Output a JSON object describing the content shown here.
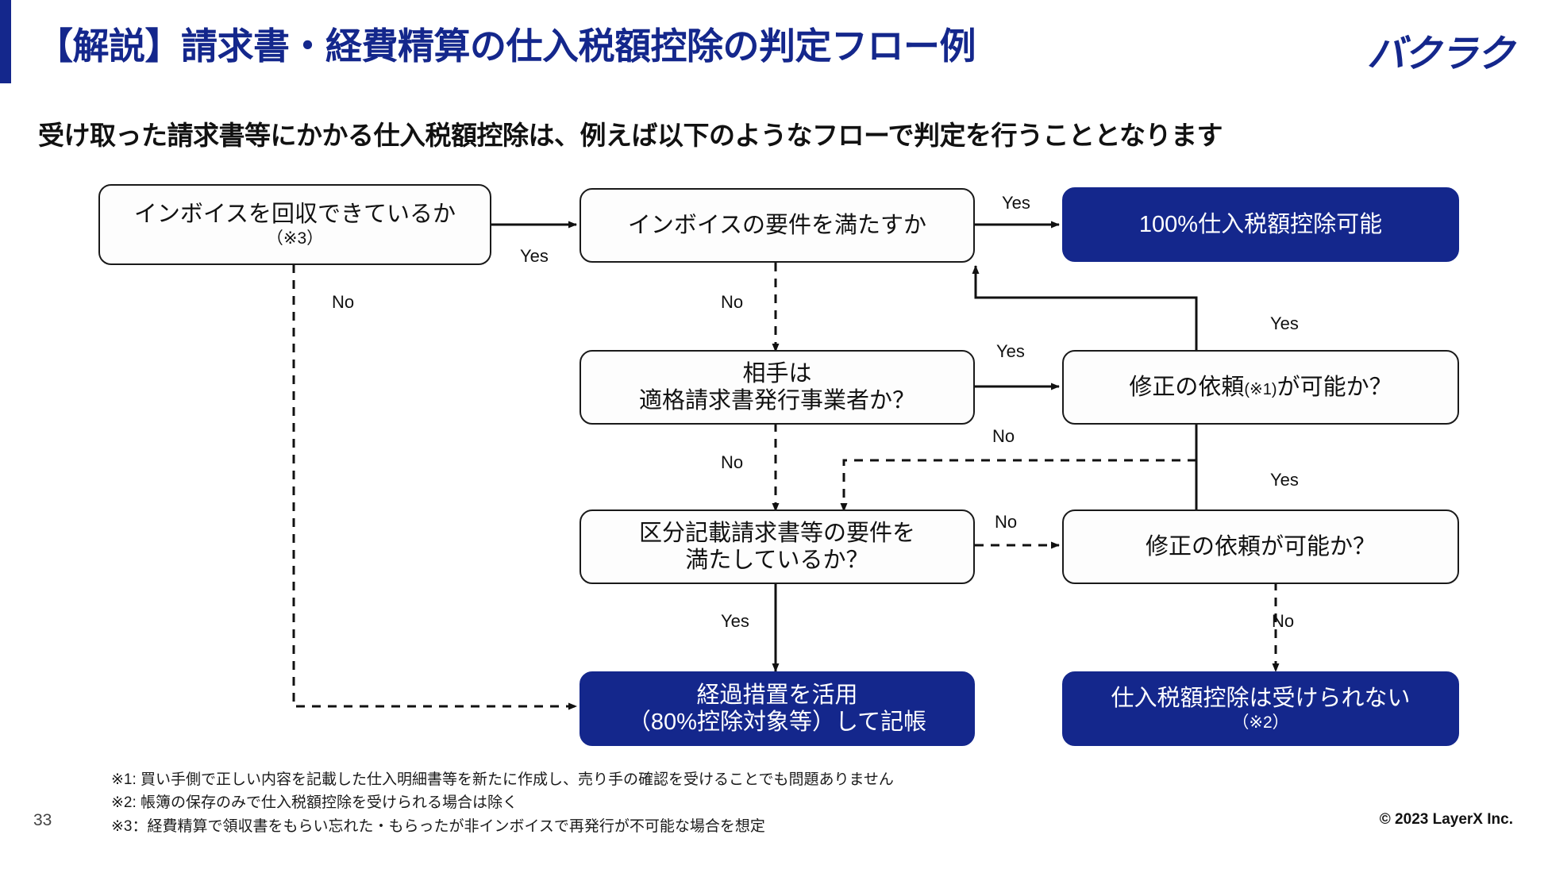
{
  "header": {
    "title": "【解説】請求書・経費精算の仕入税額控除の判定フロー例",
    "logo": "バクラク",
    "accent_color": "#14278c"
  },
  "subtitle": "受け取った請求書等にかかる仕入税額控除は、例えば以下のようなフローで判定を行うこととなります",
  "flow": {
    "nodes": [
      {
        "id": "n1",
        "type": "decision",
        "text": "インボイスを回収できているか",
        "note": "（※3）"
      },
      {
        "id": "n2",
        "type": "decision",
        "text": "インボイスの要件を満たすか",
        "note": ""
      },
      {
        "id": "n3",
        "type": "result",
        "text": "100%仕入税額控除可能",
        "note": ""
      },
      {
        "id": "n4",
        "type": "decision",
        "line1": "相手は",
        "line2": "適格請求書発行事業者か？"
      },
      {
        "id": "n5",
        "type": "decision",
        "text_a": "修正の依頼",
        "text_sup": "(※1)",
        "text_b": "が可能か？"
      },
      {
        "id": "n6",
        "type": "decision",
        "line1": "区分記載請求書等の要件を",
        "line2": "満たしているか？"
      },
      {
        "id": "n7",
        "type": "decision",
        "text": "修正の依頼が可能か？",
        "note": ""
      },
      {
        "id": "n8",
        "type": "result",
        "line1": "経過措置を活用",
        "line2": "（80%控除対象等）して記帳"
      },
      {
        "id": "n9",
        "type": "result",
        "text": "仕入税額控除は受けられない",
        "note": "（※2）"
      }
    ],
    "edge_labels": {
      "n1_yes": "Yes",
      "n1_no": "No",
      "n2_no": "No",
      "n2_yes": "Yes",
      "n4_yes": "Yes",
      "n4_no": "No",
      "n5_yes_up": "Yes",
      "n5_no": "No",
      "n5_yes_down": "Yes",
      "n6_yes": "Yes",
      "n6_no": "No",
      "n7_no": "No"
    }
  },
  "footnotes": [
    "※1: 買い手側で正しい内容を記載した仕入明細書等を新たに作成し、売り手の確認を受けることでも問題ありません",
    "※2: 帳簿の保存のみで仕入税額控除を受けられる場合は除く",
    "※3：経費精算で領収書をもらい忘れた・もらったが非インボイスで再発行が不可能な場合を想定"
  ],
  "page_number": "33",
  "copyright": "© 2023 LayerX Inc."
}
